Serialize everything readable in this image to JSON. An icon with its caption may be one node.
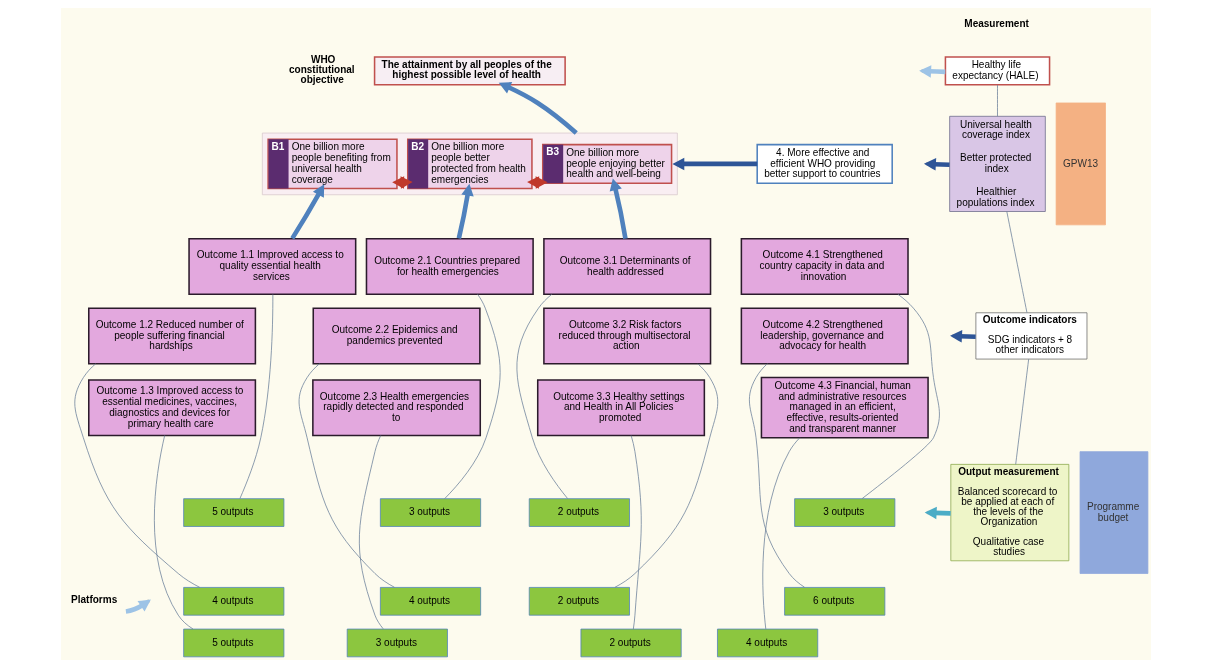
{
  "diagram": {
    "nodes": [
      {
        "text": [
          "The attainment by all peoples of the highest possible level of health"
        ]
      },
      {
        "text": [],
        "shape": "box"
      },
      {
        "text": [
          "B1",
          "One billion more people benefiting from universal health coverage"
        ],
        "in": 1
      },
      {
        "text": [
          "B2",
          "One billion more people better protected from health emergencies"
        ],
        "in": 1
      },
      {
        "text": [
          "B3",
          "One billion more people enjoying better health and well-being"
        ],
        "in": 1
      },
      {
        "text": [
          "4. More effective and efficient WHO providing better support to countries"
        ]
      },
      {
        "text": [
          "Outcome 1.1 Improved access to quality essential health services"
        ]
      },
      {
        "text": [
          "Outcome 1.2 Reduced number of people suffering financial hardships"
        ]
      },
      {
        "text": [
          "Outcome 1.3 Improved access to essential medicines, vaccines, diagnostics and devices for primary health care"
        ]
      },
      {
        "text": [
          "Outcome 2.1 Countries prepared for health emergencies"
        ]
      },
      {
        "text": [
          "Outcome 2.2 Epidemics and pandemics prevented"
        ]
      },
      {
        "text": [
          "Outcome 2.3 Health emergencies rapidly detected and responded to"
        ]
      },
      {
        "text": [
          "Outcome 3.1 Determinants of health addressed"
        ]
      },
      {
        "text": [
          "Outcome 3.2 Risk factors reduced through multisectoral action"
        ]
      },
      {
        "text": [
          "Outcome 3.3 Healthy settings and Health in All Policies promoted"
        ]
      },
      {
        "text": [
          "Outcome 4.1 Strengthened country capacity in data and innovation"
        ]
      },
      {
        "text": [
          "Outcome 4.2 Strengthened leadership, governance and advocacy for health"
        ]
      },
      {
        "text": [
          "Outcome 4.3 Financial, human and administrative resources managed in an efficient, effective, results-oriented and transparent manner"
        ]
      },
      {
        "text": [
          "5 outputs"
        ]
      },
      {
        "text": [
          "4 outputs"
        ]
      },
      {
        "text": [
          "5 outputs"
        ]
      },
      {
        "text": [
          "3 outputs"
        ]
      },
      {
        "text": [
          "4 outputs"
        ]
      },
      {
        "text": [
          "3 outputs"
        ]
      },
      {
        "text": [
          "2 outputs"
        ]
      },
      {
        "text": [
          "2 outputs"
        ]
      },
      {
        "text": [
          "2 outputs"
        ]
      },
      {
        "text": [
          "3 outputs"
        ]
      },
      {
        "text": [
          "6 outputs"
        ]
      },
      {
        "text": [
          "4 outputs"
        ]
      },
      {
        "text": [
          "Healthy life expectancy (HALE)"
        ]
      },
      {
        "text": [
          "Universal health coverage index",
          "Better protected index",
          "Healthier populations index"
        ]
      },
      {
        "text": [
          "Outcome indicators",
          "SDG indicators + 8 other indicators"
        ]
      },
      {
        "text": [
          "Output measurement",
          "Balanced scorecard to be applied at each of the levels of the Organization",
          "Qualitative case studies"
        ]
      },
      {
        "text": [
          "GPW13"
        ]
      },
      {
        "text": [
          "Programme budget"
        ]
      },
      {
        "text": [
          "Platforms"
        ]
      }
    ],
    "edges": [
      {
        "from": 1,
        "to": 0,
        "arrow": "to",
        "style": "thick",
        "color": "#4f81bd"
      },
      {
        "from": 2,
        "to": 3,
        "arrow": "both",
        "style": "thick",
        "color": "#c0392b"
      },
      {
        "from": 3,
        "to": 4,
        "arrow": "both",
        "style": "thick",
        "color": "#c0392b"
      },
      {
        "from": 6,
        "to": 2,
        "arrow": "to",
        "style": "thick",
        "color": "#4f81bd"
      },
      {
        "from": 9,
        "to": 3,
        "arrow": "to",
        "style": "thick",
        "color": "#4f81bd"
      },
      {
        "from": 12,
        "to": 4,
        "arrow": "to",
        "style": "thick",
        "color": "#4f81bd"
      },
      {
        "from": 5,
        "to": 1,
        "arrow": "to",
        "style": "thick",
        "color": "#2e5597"
      },
      {
        "from": 6,
        "to": 18,
        "arrow": "none"
      },
      {
        "from": 7,
        "to": 19,
        "arrow": "none"
      },
      {
        "from": 8,
        "to": 20,
        "arrow": "none"
      },
      {
        "from": 9,
        "to": 21,
        "arrow": "none"
      },
      {
        "from": 10,
        "to": 22,
        "arrow": "none"
      },
      {
        "from": 11,
        "to": 23,
        "arrow": "none"
      },
      {
        "from": 12,
        "to": 24,
        "arrow": "none"
      },
      {
        "from": 13,
        "to": 25,
        "arrow": "none"
      },
      {
        "from": 14,
        "to": 26,
        "arrow": "none"
      },
      {
        "from": 15,
        "to": 27,
        "arrow": "none"
      },
      {
        "from": 16,
        "to": 28,
        "arrow": "none"
      },
      {
        "from": 17,
        "to": 29,
        "arrow": "none"
      },
      {
        "from": 30,
        "to": 31,
        "arrow": "none"
      },
      {
        "from": 31,
        "to": 32,
        "arrow": "none"
      },
      {
        "from": 32,
        "to": 33,
        "arrow": "none"
      },
      {
        "from": 30,
        "to": null,
        "arrow": "to",
        "style": "thick",
        "color": "#9dc3e6"
      },
      {
        "from": 31,
        "to": null,
        "arrow": "to",
        "style": "thick",
        "color": "#2e5597"
      },
      {
        "from": 32,
        "to": null,
        "arrow": "to",
        "style": "thick",
        "color": "#2e5597"
      },
      {
        "from": 33,
        "to": null,
        "arrow": "to",
        "style": "thick",
        "color": "#4bacc6"
      },
      {
        "from": 36,
        "to": null,
        "arrow": "to",
        "style": "thick",
        "color": "#9dc3e6"
      }
    ],
    "labels": [
      "WHO constitutional objective",
      "Measurement"
    ]
  }
}
